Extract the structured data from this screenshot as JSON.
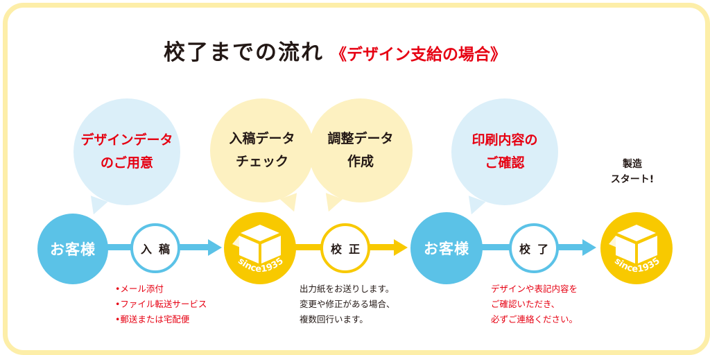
{
  "title": {
    "main": "校了までの流れ",
    "sub": "《デザイン支給の場合》"
  },
  "bubbles": {
    "design_data": [
      "デザインデータ",
      "のご用意"
    ],
    "submission_check": [
      "入稿データ",
      "チェック"
    ],
    "adjustment": [
      "調整データ",
      "作成"
    ],
    "content_confirm": [
      "印刷内容の",
      "ご確認"
    ],
    "production_start": [
      "製造",
      "スタート!"
    ]
  },
  "nodes": {
    "customer_1": "お客様",
    "company_1_logo": "since1935",
    "customer_2": "お客様",
    "company_2_logo": "since1935"
  },
  "steps": {
    "submission": "入稿",
    "proof": "校正",
    "final_proof": "校了"
  },
  "notes": {
    "submission_methods": [
      "•メール添付",
      "•ファイル転送サービス",
      "•郵送または宅配便"
    ],
    "proof_info": [
      "出力紙をお送りします。",
      "変更や修正がある場合、",
      "複数回行います。"
    ],
    "confirm_info": [
      "デザインや表記内容を",
      "ご確認いただき、",
      "必ずご連絡ください。"
    ]
  },
  "colors": {
    "blue": "#5bc2e7",
    "light_blue": "#dbeff9",
    "yellow": "#f8c900",
    "light_yellow": "#fdf1c1",
    "frame": "#fdeea8",
    "red": "#e60012",
    "dark": "#231815"
  },
  "icons": {
    "company_node": "box-icon"
  }
}
